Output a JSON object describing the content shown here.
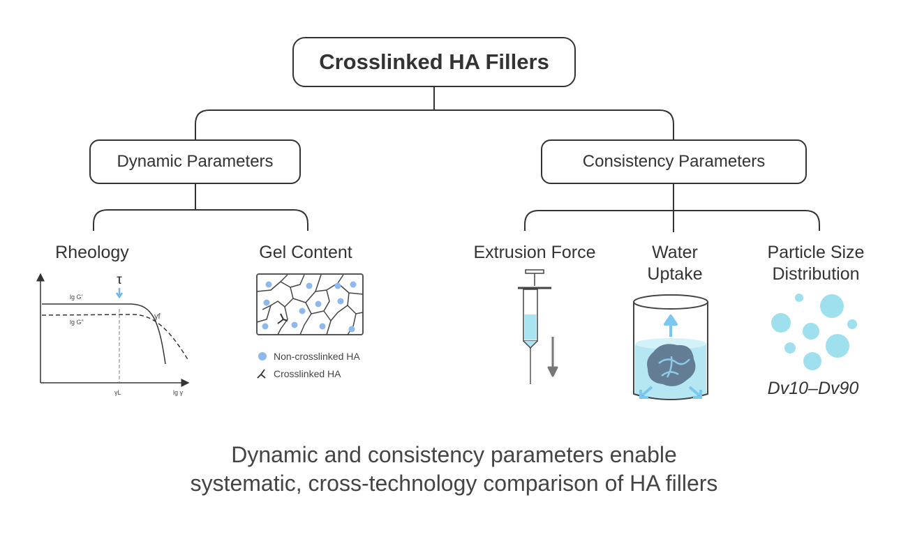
{
  "title": "Crosslinked HA Fillers",
  "branches": {
    "dynamic": {
      "label": "Dynamic Parameters",
      "children": {
        "rheology": "Rheology",
        "gel_content": "Gel Content"
      }
    },
    "consistency": {
      "label": "Consistency Parameters",
      "children": {
        "extrusion_force": "Extrusion Force",
        "water_uptake": [
          "Water",
          "Uptake"
        ],
        "particle_size": [
          "Particle Size",
          "Distribution"
        ]
      }
    }
  },
  "rheology_plot": {
    "tau": "τ",
    "curve1": "lg G'",
    "curve2": "lg G\"",
    "gamma_f": "γf",
    "gamma_l": "γL",
    "x_axis": "lg γ"
  },
  "gel_legend": {
    "non_crosslinked": "Non-crosslinked HA",
    "crosslinked": "Crosslinked HA"
  },
  "particle_formula": "Dv10–Dv90",
  "caption": [
    "Dynamic and consistency parameters enable",
    "systematic, cross-technology comparison of HA fillers"
  ],
  "colors": {
    "line": "#333333",
    "dot_blue": "#8fb8ec",
    "light_blue": "#a9e4f2",
    "bubble": "#9fe0ef"
  }
}
